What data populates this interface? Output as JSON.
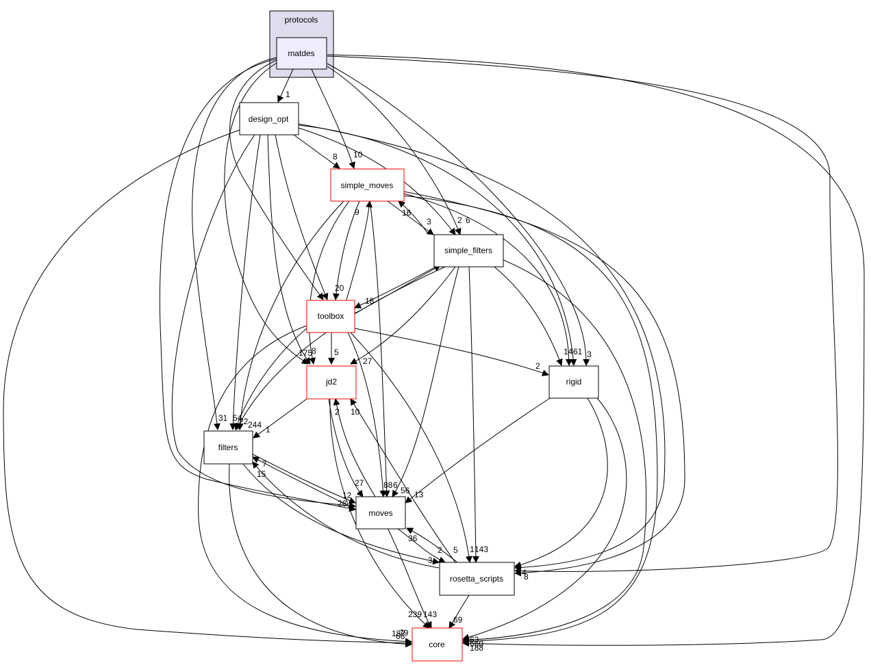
{
  "colors": {
    "cluster_fill": "#ddddee",
    "focus_node_fill": "#eeeeff",
    "node_fill": "#ffffff",
    "normal_border": "#000000",
    "truncated_border": "#ff0000"
  },
  "cluster": {
    "label": "protocols"
  },
  "nodes": {
    "matdes": {
      "label": "matdes"
    },
    "design_opt": {
      "label": "design_opt"
    },
    "simple_moves": {
      "label": "simple_moves"
    },
    "simple_filters": {
      "label": "simple_filters"
    },
    "toolbox": {
      "label": "toolbox"
    },
    "jd2": {
      "label": "jd2"
    },
    "rigid": {
      "label": "rigid"
    },
    "filters": {
      "label": "filters"
    },
    "moves": {
      "label": "moves"
    },
    "rosetta_scripts": {
      "label": "rosetta_scripts"
    },
    "core": {
      "label": "core"
    }
  },
  "edge_labels": [
    "1",
    "10",
    "8",
    "2",
    "6",
    "9",
    "16",
    "3",
    "20",
    "18",
    "175",
    "8",
    "5",
    "27",
    "2",
    "14",
    "61",
    "3",
    "31",
    "54",
    "22",
    "244",
    "1",
    "2",
    "10",
    "7",
    "15",
    "27",
    "12",
    "26",
    "88",
    "6",
    "56",
    "13",
    "36",
    "2",
    "5",
    "3",
    "1",
    "143",
    "4",
    "8",
    "239",
    "143",
    "69",
    "187",
    "66",
    "79",
    "63",
    "660",
    "188"
  ]
}
